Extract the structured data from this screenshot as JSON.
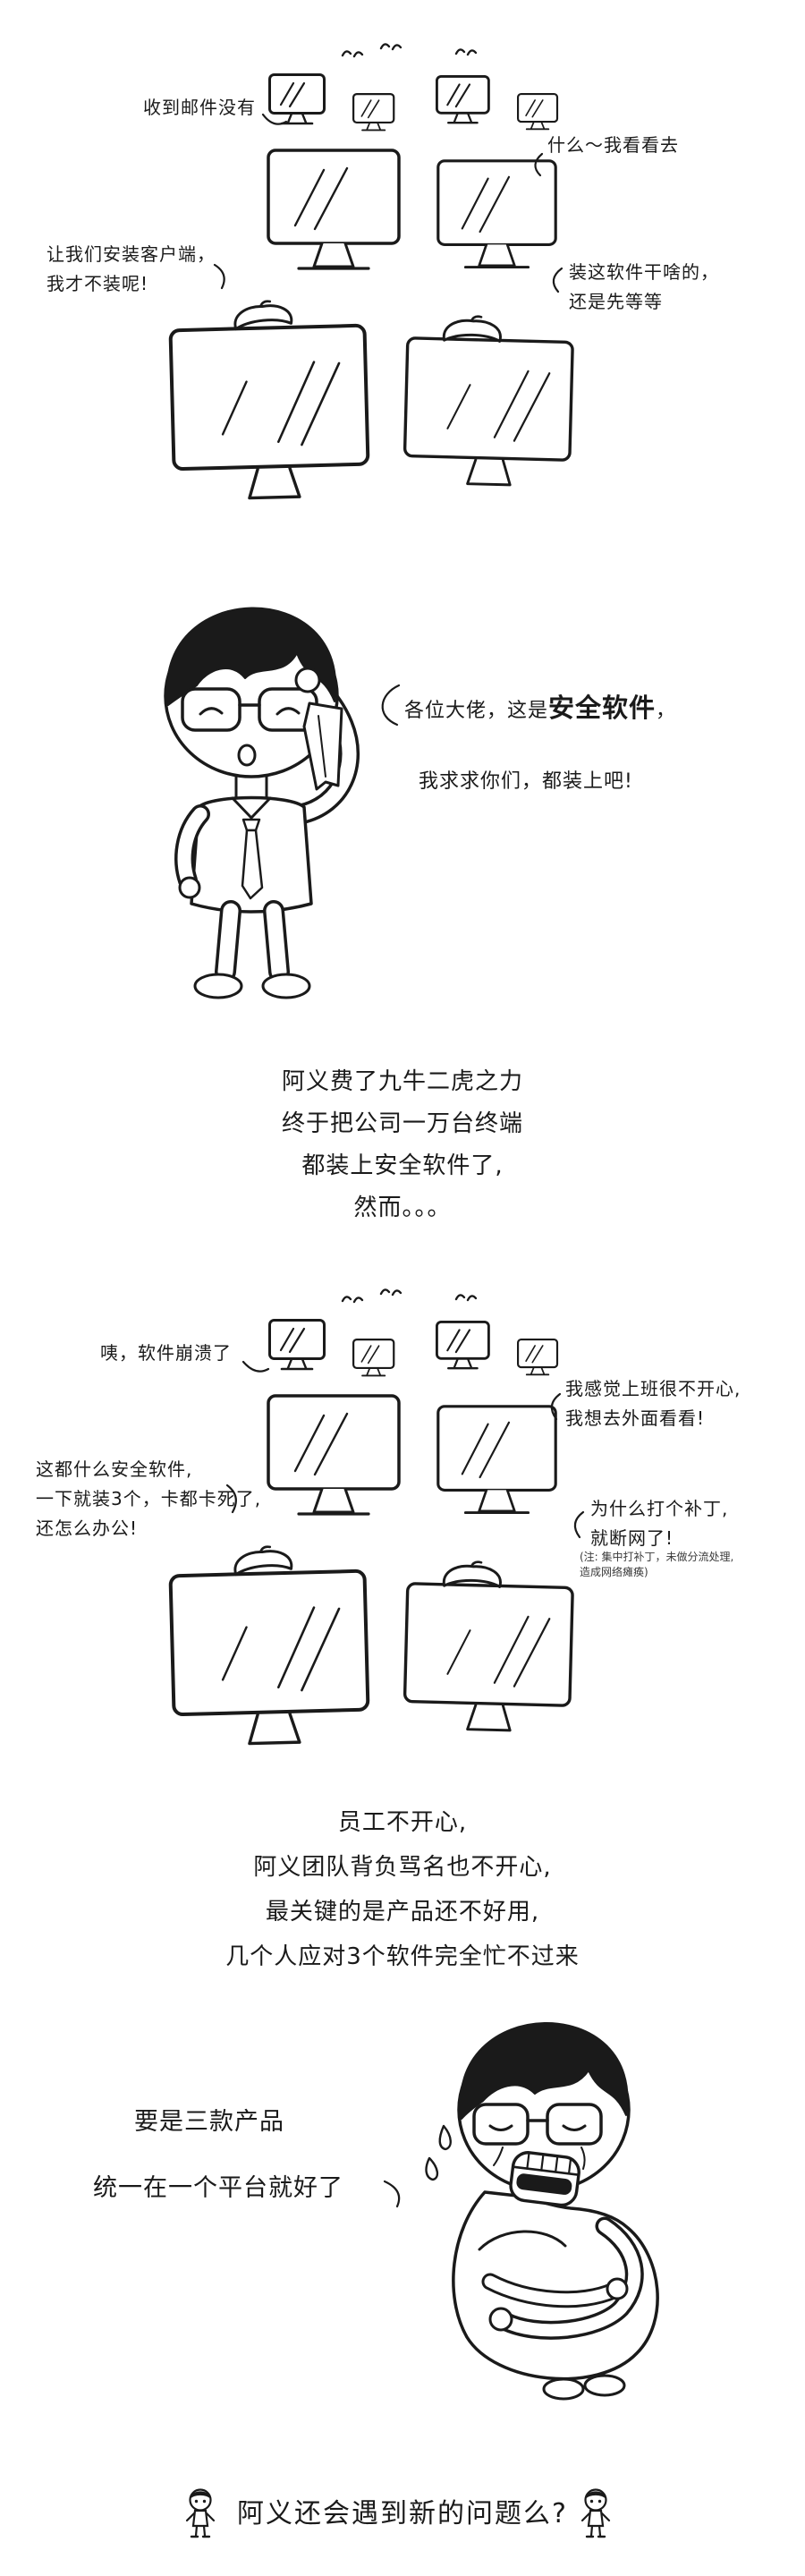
{
  "page": {
    "bg": "#ffffff",
    "ink": "#1a1a1a"
  },
  "panel_office_before": {
    "bubble_mail": "收到邮件没有",
    "bubble_check": "什么～我看看去",
    "bubble_refuse": [
      "让我们安装客户端，",
      "我才不装呢!"
    ],
    "bubble_wait": [
      "装这软件干啥的，",
      "还是先等等"
    ]
  },
  "panel_plea": {
    "line1_pre": "各位大佬，这是",
    "line1_bold": "安全软件",
    "line1_post": "，",
    "line2": "我求求你们，都装上吧!"
  },
  "narration_rollout": [
    "阿义费了九牛二虎之力",
    "终于把公司一万台终端",
    "都装上安全软件了,",
    "然而。。。"
  ],
  "panel_office_after": {
    "bubble_crash": "咦，软件崩溃了",
    "bubble_unhappy": [
      "我感觉上班很不开心,",
      "我想去外面看看!"
    ],
    "bubble_slow": [
      "这都什么安全软件,",
      "一下就装3个，卡都卡死了,",
      "还怎么办公!"
    ],
    "bubble_patch": [
      "为什么打个补丁,",
      "就断网了!"
    ],
    "bubble_patch_note": [
      "(注: 集中打补丁，未做分流处理,",
      "造成网络瘫痪)"
    ]
  },
  "narration_pain": [
    "员工不开心,",
    "阿义团队背负骂名也不开心,",
    "最关键的是产品还不好用,",
    "几个人应对3个软件完全忙不过来"
  ],
  "panel_wish": {
    "line1": "要是三款产品",
    "line2": "统一在一个平台就好了"
  },
  "footer": {
    "question": "阿义还会遇到新的问题么?"
  }
}
